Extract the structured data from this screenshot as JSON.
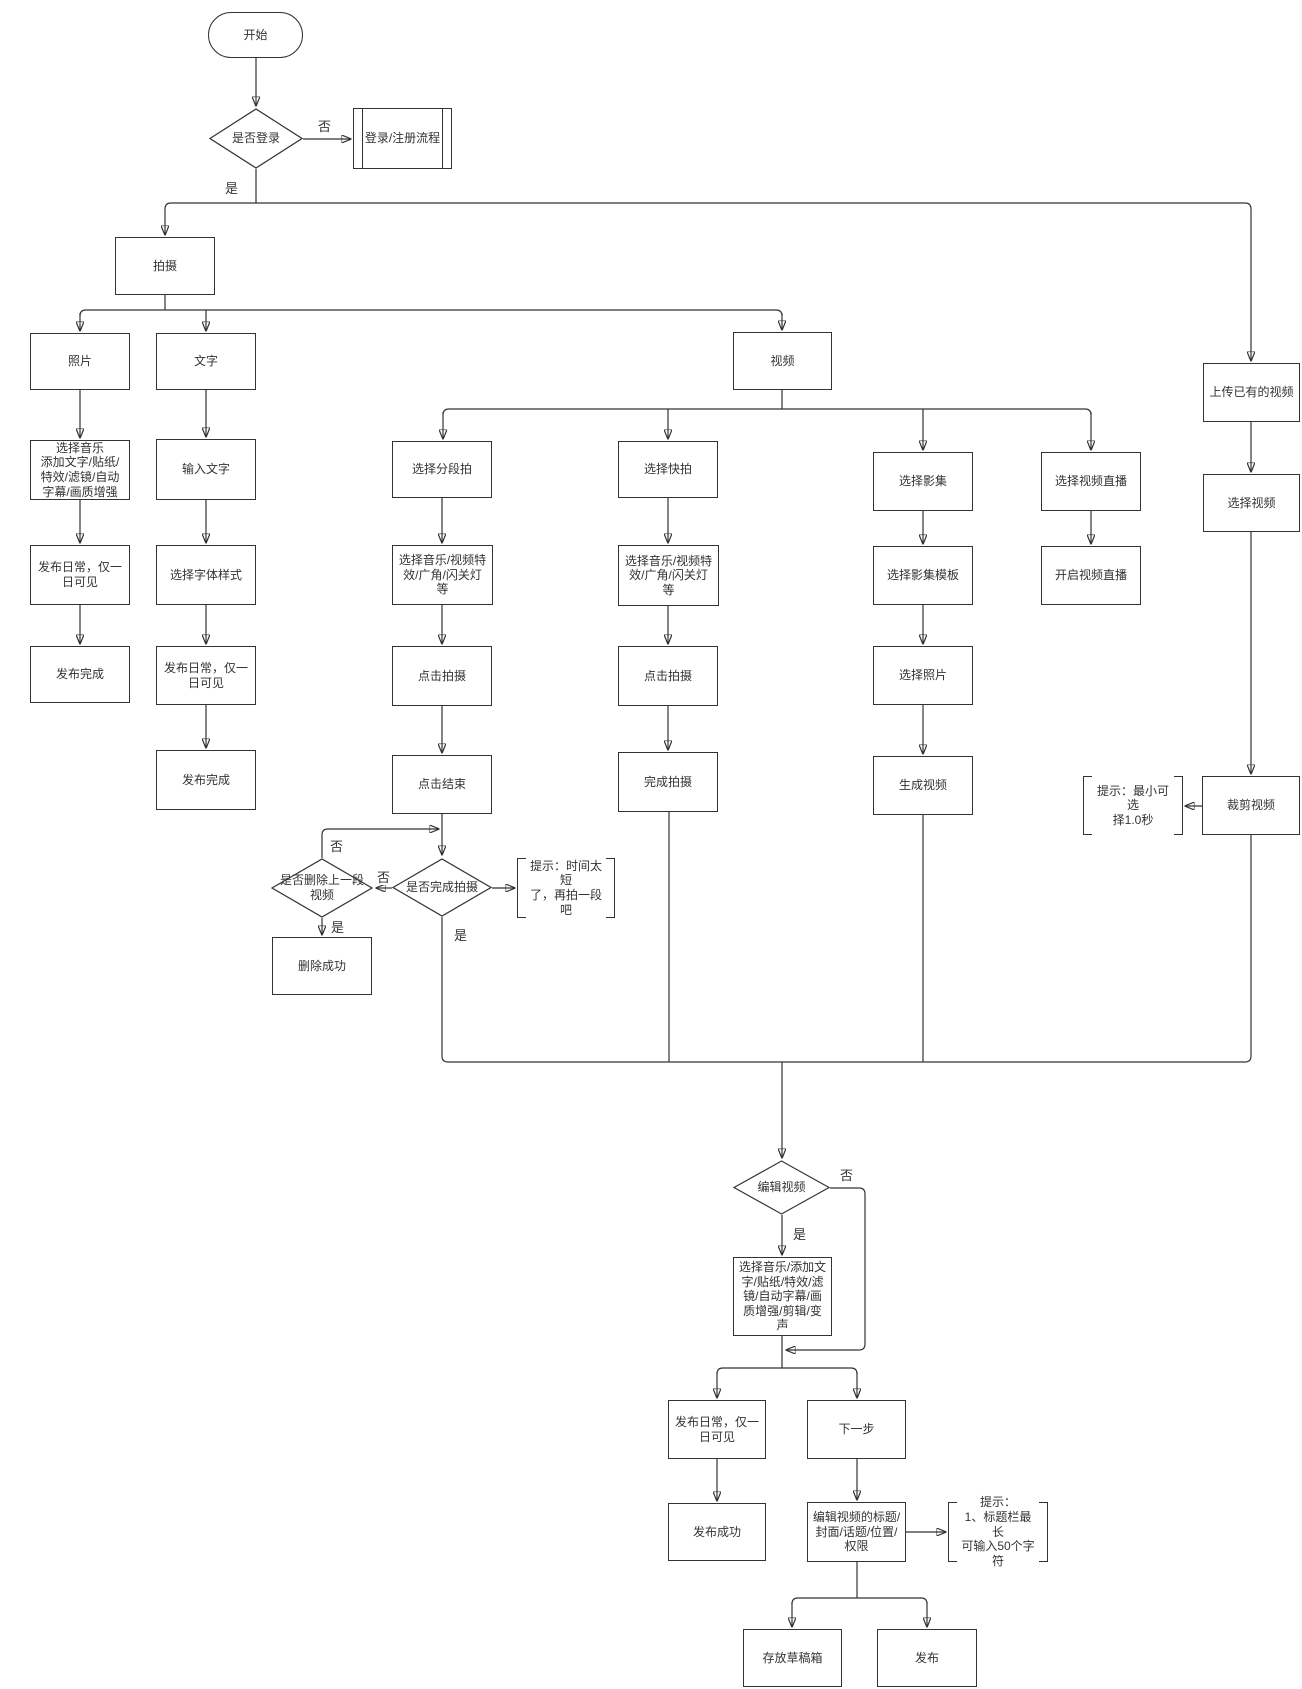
{
  "labels": {
    "yes": "是",
    "no": "否"
  },
  "nodes": {
    "start": "开始",
    "login_decision": "是否登录",
    "login_flow": "登录/注册流程",
    "shoot": "拍摄",
    "photo": "照片",
    "text": "文字",
    "video": "视频",
    "upload_existing": "上传已有的视频",
    "photo_music": "选择音乐\n添加文字/贴纸/\n特效/滤镜/自动\n字幕/画质增强",
    "photo_daily": "发布日常，仅一\n日可见",
    "photo_done": "发布完成",
    "text_input": "输入文字",
    "text_font": "选择字体样式",
    "text_daily": "发布日常，仅一\n日可见",
    "text_done": "发布完成",
    "seg_select": "选择分段拍",
    "seg_music": "选择音乐/视频特\n效/广角/闪关灯\n等",
    "seg_shoot": "点击拍摄",
    "seg_end": "点击结束",
    "quick_select": "选择快拍",
    "quick_music": "选择音乐/视频特\n效/广角/闪关灯\n等",
    "quick_shoot": "点击拍摄",
    "quick_done": "完成拍摄",
    "album_select": "选择影集",
    "album_template": "选择影集模板",
    "album_photo": "选择照片",
    "album_generate": "生成视频",
    "live_select": "选择视频直播",
    "live_start": "开启视频直播",
    "upload_pick": "选择视频",
    "crop_video": "裁剪视频",
    "delete_decision": "是否删除上一段\n视频",
    "delete_done": "删除成功",
    "finish_decision": "是否完成拍摄",
    "edit_decision": "编辑视频",
    "edit_tools": "选择音乐/添加文\n字/贴纸/特效/滤\n镜/自动字幕/画\n质增强/剪辑/变\n声",
    "daily_publish": "发布日常，仅一\n日可见",
    "next_step": "下一步",
    "publish_success": "发布成功",
    "edit_meta": "编辑视频的标题/\n封面/话题/位置/\n权限",
    "draft_box": "存放草稿箱",
    "publish": "发布"
  },
  "notes": {
    "crop_min": "提示：最小可选\n择1.0秒",
    "too_short": "提示：时间太短\n了，再拍一段吧",
    "title_limit": "提示：\n1、标题栏最长\n可输入50个字符"
  },
  "colors": {
    "stroke": "#333333",
    "background": "#ffffff"
  }
}
